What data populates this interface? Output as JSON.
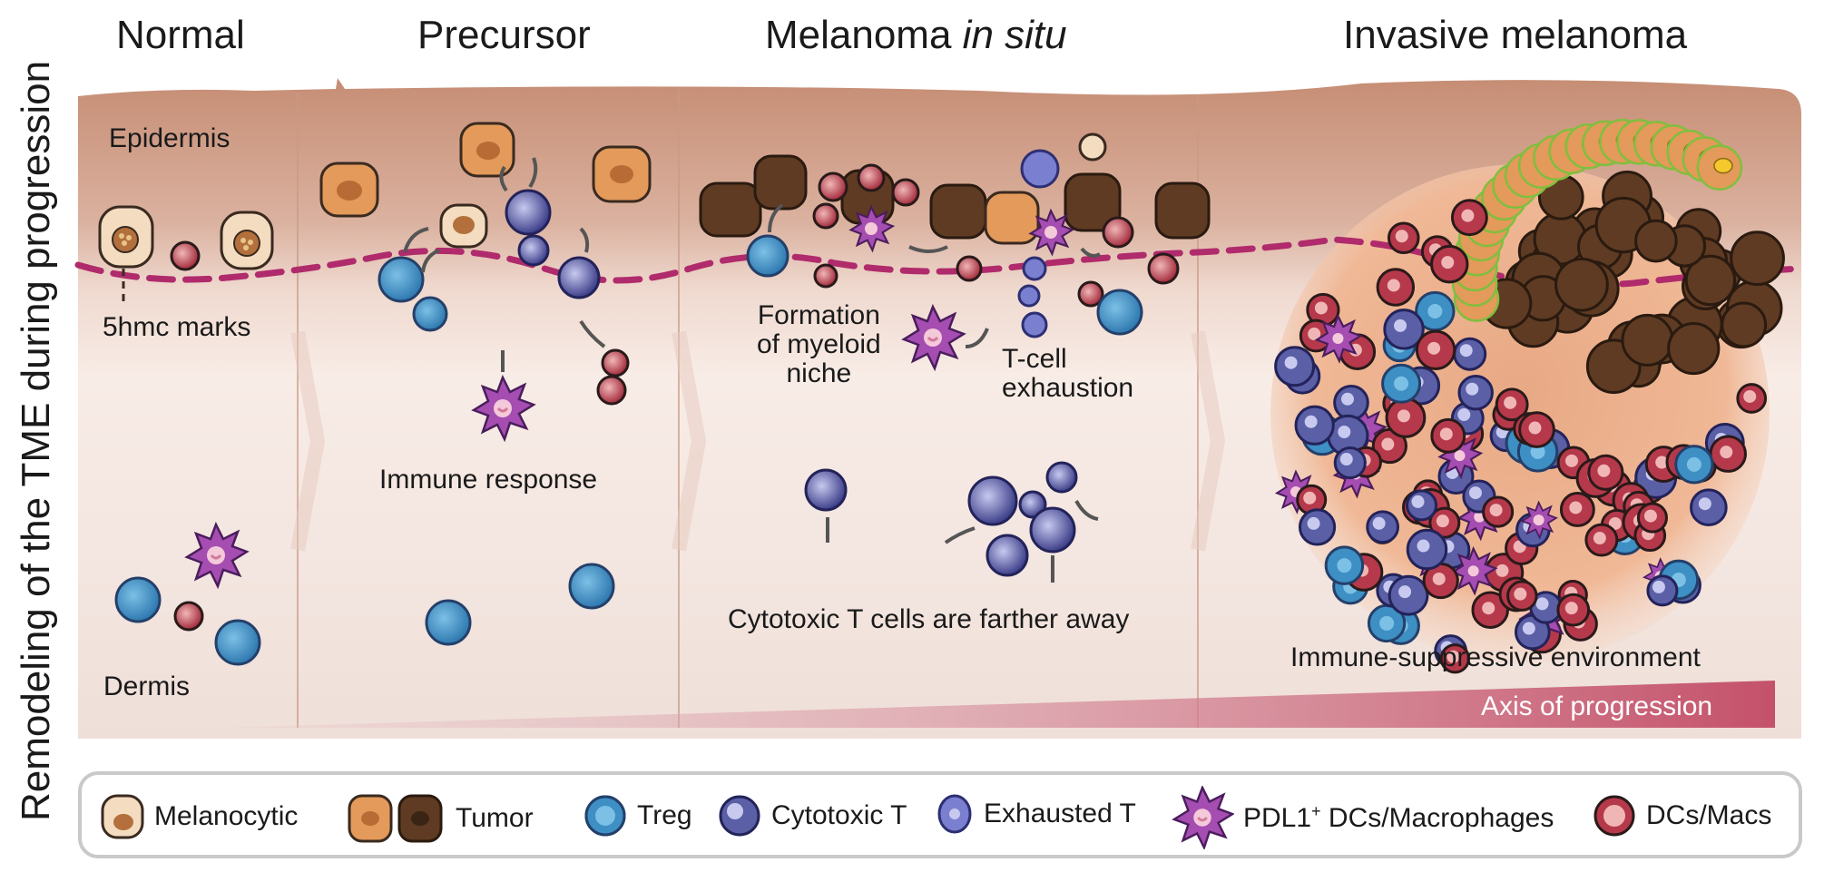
{
  "figure": {
    "side_title": "Remodeling of the TME during progression",
    "stages": {
      "normal": "Normal",
      "precursor": "Precursor",
      "mis_main": "Melanoma ",
      "mis_italic": "in situ",
      "invasive": "Invasive melanoma"
    },
    "layers": {
      "epidermis": "Epidermis",
      "dermis": "Dermis"
    },
    "annotations": {
      "marks": "5hmc marks",
      "immune_response": "Immune response",
      "myeloid_line1": "Formation",
      "myeloid_line2": "of myeloid",
      "myeloid_line3": "niche",
      "exhaustion_line1": "T-cell",
      "exhaustion_line2": "exhaustion",
      "cytotoxic_far": "Cytotoxic T cells are farther away",
      "immune_suppressive": "Immune-suppressive environment",
      "axis": "Axis of progression"
    },
    "legend": {
      "melanocytic": "Melanocytic",
      "tumor": "Tumor",
      "treg": "Treg",
      "cytotoxic": "Cytotoxic T",
      "exhausted": "Exhausted T",
      "pdl1_prefix": "PDL1",
      "pdl1_sup": "+",
      "pdl1_suffix": " DCs/Macrophages",
      "dcs": "DCs/Macs"
    },
    "colors": {
      "skin_top": "#c9917a",
      "skin_mid": "#e9cfc2",
      "dermis": "#f2e3dd",
      "membrane": "#b02b6c",
      "treg": "#3d8fc4",
      "cytotoxic": "#5a5fa6",
      "exhausted": "#6f73c4",
      "pdl1": "#9b3fa6",
      "dcs": "#b5394a",
      "tumor_light": "#e39a5a",
      "tumor_dark": "#5e3b22",
      "melanocytic": "#f3dcc0",
      "axis": "#c4516a"
    }
  }
}
